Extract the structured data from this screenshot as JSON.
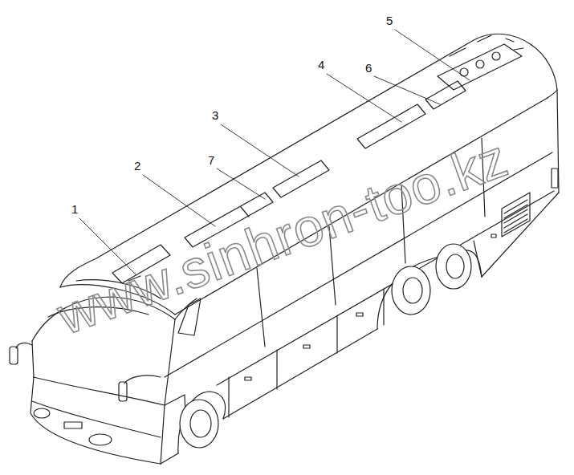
{
  "diagram": {
    "labels": [
      "1",
      "2",
      "3",
      "4",
      "5",
      "6",
      "7",
      "www.sinhron-too.kz"
    ]
  }
}
